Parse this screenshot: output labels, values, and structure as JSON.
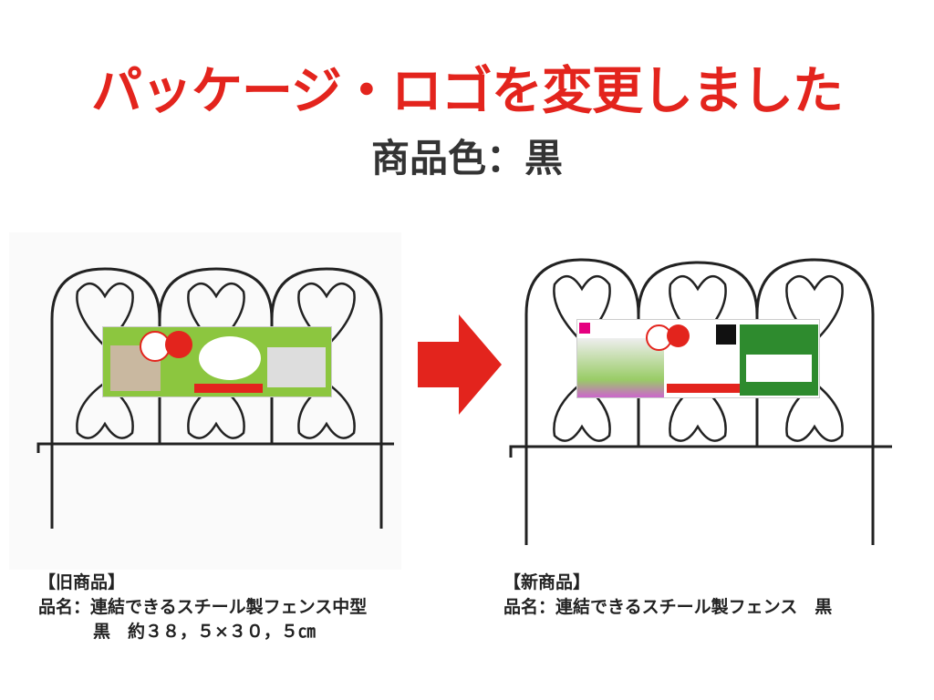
{
  "header": {
    "title": "パッケージ・ロゴを変更しました",
    "subtitle": "商品色：黒"
  },
  "old_product": {
    "heading": "【旧商品】",
    "name_line": "品名：連結できるスチール製フェンス中型",
    "detail_line": "黒　約３８，５×３０，５㎝",
    "package_color": "#8cc63f"
  },
  "new_product": {
    "heading": "【新商品】",
    "name_line": "品名：連結できるスチール製フェンス　黒",
    "package_color": "#2e8b2e"
  },
  "colors": {
    "accent": "#e3241d",
    "arrow": "#e3241d"
  }
}
